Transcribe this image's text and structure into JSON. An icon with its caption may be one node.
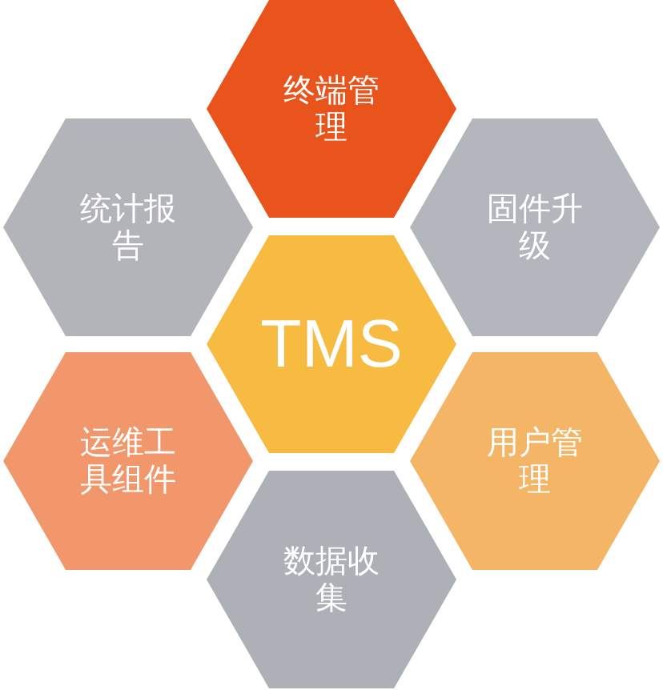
{
  "diagram": {
    "nodes": [
      {
        "text": [
          "终端管理"
        ]
      },
      {
        "text": [
          "统计报告"
        ]
      },
      {
        "text": [
          "固件升级"
        ]
      },
      {
        "text": [
          "TMS"
        ]
      },
      {
        "text": [
          "运维工具组件"
        ]
      },
      {
        "text": [
          "用户管理"
        ]
      },
      {
        "text": [
          "数据收集"
        ]
      }
    ]
  }
}
